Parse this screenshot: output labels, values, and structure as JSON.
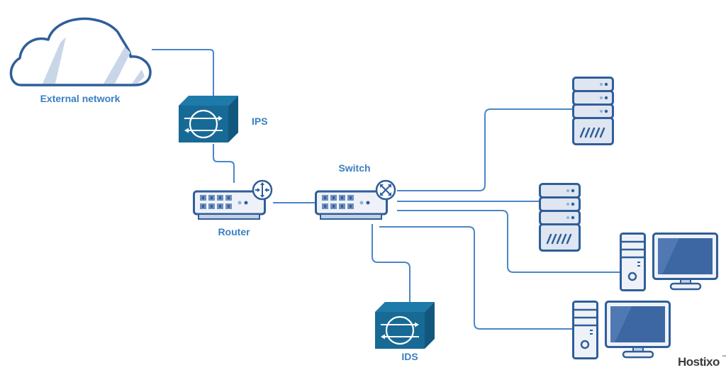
{
  "diagram": {
    "type": "network-topology",
    "nodes": [
      {
        "id": "cloud",
        "kind": "cloud",
        "label": "External network"
      },
      {
        "id": "ips",
        "kind": "security-appliance",
        "label": "IPS"
      },
      {
        "id": "router",
        "kind": "router",
        "label": "Router"
      },
      {
        "id": "switch",
        "kind": "switch",
        "label": "Switch"
      },
      {
        "id": "ids",
        "kind": "security-appliance",
        "label": "IDS"
      },
      {
        "id": "server1",
        "kind": "server",
        "label": ""
      },
      {
        "id": "server2",
        "kind": "server",
        "label": ""
      },
      {
        "id": "pc1",
        "kind": "workstation",
        "label": ""
      },
      {
        "id": "pc2",
        "kind": "workstation",
        "label": ""
      }
    ],
    "edges": [
      {
        "from": "cloud",
        "to": "ips"
      },
      {
        "from": "ips",
        "to": "router"
      },
      {
        "from": "router",
        "to": "switch"
      },
      {
        "from": "switch",
        "to": "server1"
      },
      {
        "from": "switch",
        "to": "server2"
      },
      {
        "from": "switch",
        "to": "pc1"
      },
      {
        "from": "switch",
        "to": "pc2"
      },
      {
        "from": "switch",
        "to": "ids"
      }
    ]
  },
  "labels": {
    "cloud": "External network",
    "ips": "IPS",
    "router": "Router",
    "switch": "Switch",
    "ids": "IDS"
  },
  "brand": {
    "logo_text": "Hostixo",
    "trademark": "™"
  },
  "colors": {
    "line": "#4a86c8",
    "outline": "#2f5e9a",
    "device_fill": "#dfe6f1",
    "appliance_fill": "#176a96",
    "screen_fill": "#3c67a3",
    "label": "#3a7fc1"
  }
}
